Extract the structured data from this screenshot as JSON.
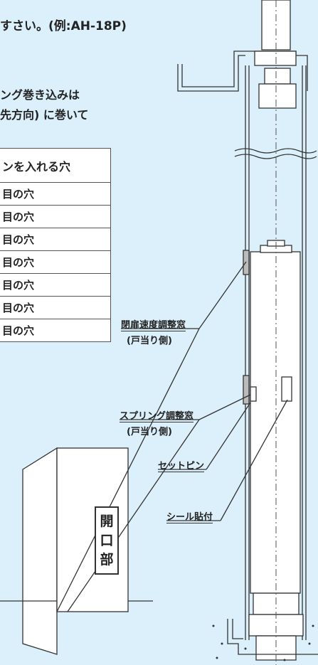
{
  "instructions": {
    "line1": "すさい。(例:AH-18P)",
    "line2": "ング巻き込みは",
    "line3": "先方向) に巻いて"
  },
  "table": {
    "header": "ンを入れる穴",
    "rows": [
      "目の穴",
      "目の穴",
      "目の穴",
      "目の穴",
      "目の穴",
      "目の穴",
      "目の穴"
    ]
  },
  "labels": {
    "closing_speed_window": "閉扉速度調整窓",
    "closing_speed_side": "(戸当り側)",
    "spring_window": "スプリング調整窓",
    "spring_side": "(戸当り側)",
    "set_pin": "セットピン",
    "seal": "シール貼付"
  },
  "opening_label": [
    "開",
    "口",
    "部"
  ],
  "colors": {
    "background": "#dcf0fb",
    "table_bg": "#ffffff",
    "line": "#333333"
  }
}
